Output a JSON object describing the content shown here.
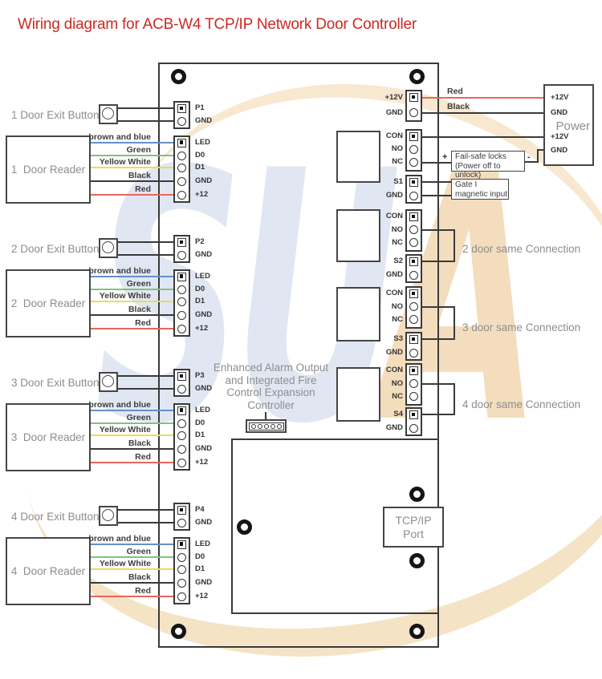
{
  "title": "Wiring diagram for ACB-W4 TCP/IP Network Door Controller",
  "colors": {
    "title_red": "#cc2a24",
    "wire_red": "#e8655c",
    "wire_blue": "#6490c8",
    "wire_green": "#7cc47c",
    "wire_yellow": "#e4df5c",
    "wire_dark": "#3a3a3a"
  },
  "watermark": {
    "part1": "SU",
    "part2": "A"
  },
  "doors": [
    {
      "exit_label": "1 Door Exit Button",
      "reader_label": "1  Door Reader",
      "exit_pins": [
        "P1",
        "GND"
      ],
      "reader_pins": [
        "LED",
        "D0",
        "D1",
        "GND",
        "+12"
      ],
      "wires": [
        "brown and blue",
        "Green",
        "Yellow White",
        "Black",
        "Red"
      ]
    },
    {
      "exit_label": "2 Door Exit Button",
      "reader_label": "2  Door Reader",
      "exit_pins": [
        "P2",
        "GND"
      ],
      "reader_pins": [
        "LED",
        "D0",
        "D1",
        "GND",
        "+12"
      ],
      "wires": [
        "brown and blue",
        "Green",
        "Yellow White",
        "Black",
        "Red"
      ]
    },
    {
      "exit_label": "3 Door Exit Button",
      "reader_label": "3  Door Reader",
      "exit_pins": [
        "P3",
        "GND"
      ],
      "reader_pins": [
        "LED",
        "D0",
        "D1",
        "GND",
        "+12"
      ],
      "wires": [
        "brown and blue",
        "Green",
        "Yellow White",
        "Black",
        "Red"
      ]
    },
    {
      "exit_label": "4 Door Exit Button",
      "reader_label": "4  Door Reader",
      "exit_pins": [
        "P4",
        "GND"
      ],
      "reader_pins": [
        "LED",
        "D0",
        "D1",
        "GND",
        "+12"
      ],
      "wires": [
        "brown and blue",
        "Green",
        "Yellow White",
        "Black",
        "Red"
      ]
    }
  ],
  "right": {
    "power_terminal": {
      "pins": [
        "+12V",
        "GND"
      ],
      "wire_labels": [
        "Red",
        "Black"
      ]
    },
    "relays": [
      {
        "pins": [
          "CON",
          "NO",
          "NC"
        ]
      },
      {
        "pins": [
          "CON",
          "NO",
          "NC"
        ]
      },
      {
        "pins": [
          "CON",
          "NO",
          "NC"
        ]
      },
      {
        "pins": [
          "CON",
          "NO",
          "NC"
        ]
      }
    ],
    "sensors": [
      {
        "pins": [
          "S1",
          "GND"
        ]
      },
      {
        "pins": [
          "S2",
          "GND"
        ]
      },
      {
        "pins": [
          "S3",
          "GND"
        ]
      },
      {
        "pins": [
          "S4",
          "GND"
        ]
      }
    ],
    "power_box": {
      "pin1": "+12V",
      "pin2": "GND",
      "title": "Power",
      "pin3": "+12V",
      "pin4": "GND"
    },
    "failsafe": {
      "plus": "+",
      "line1": "Fail-safe locks",
      "line2": "(Power off to unlock)",
      "minus": "-"
    },
    "gate": {
      "line1": "Gate I",
      "line2": "magnetic input"
    },
    "connections": [
      "2 door same Connection",
      "3 door same Connection",
      "4 door same Connection"
    ]
  },
  "center": {
    "alarm_lines": [
      "Enhanced Alarm Output",
      "and Integrated Fire",
      "Control Expansion",
      "Controller"
    ],
    "tcpip_line1": "TCP/IP",
    "tcpip_line2": "Port"
  }
}
